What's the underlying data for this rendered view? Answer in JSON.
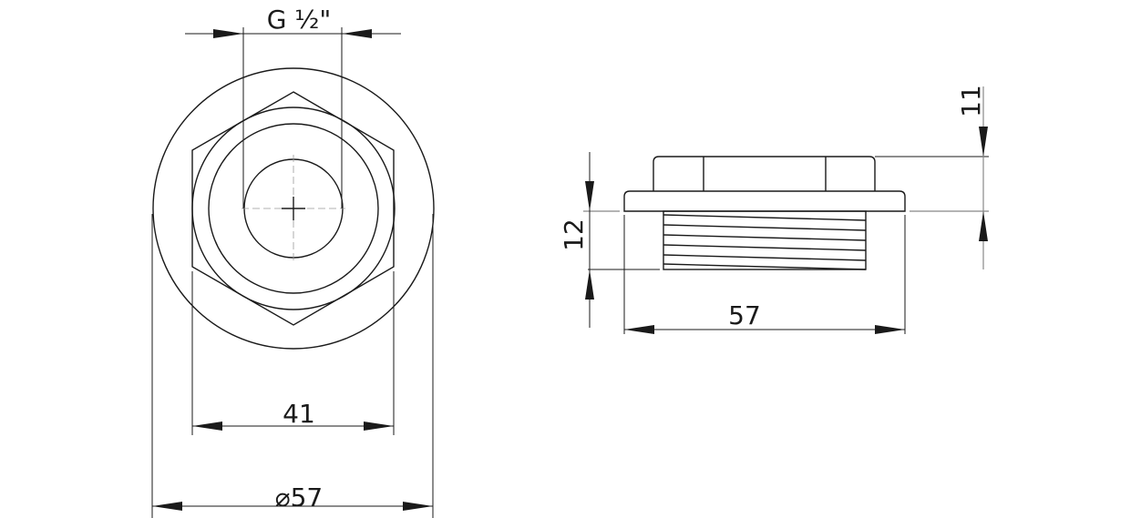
{
  "front_view": {
    "thread_label": "G ½\"",
    "hex_width_label": "41",
    "diameter_label": "⌀57"
  },
  "side_view": {
    "width_label": "57",
    "thread_height_label": "12",
    "head_height_label": "11"
  }
}
